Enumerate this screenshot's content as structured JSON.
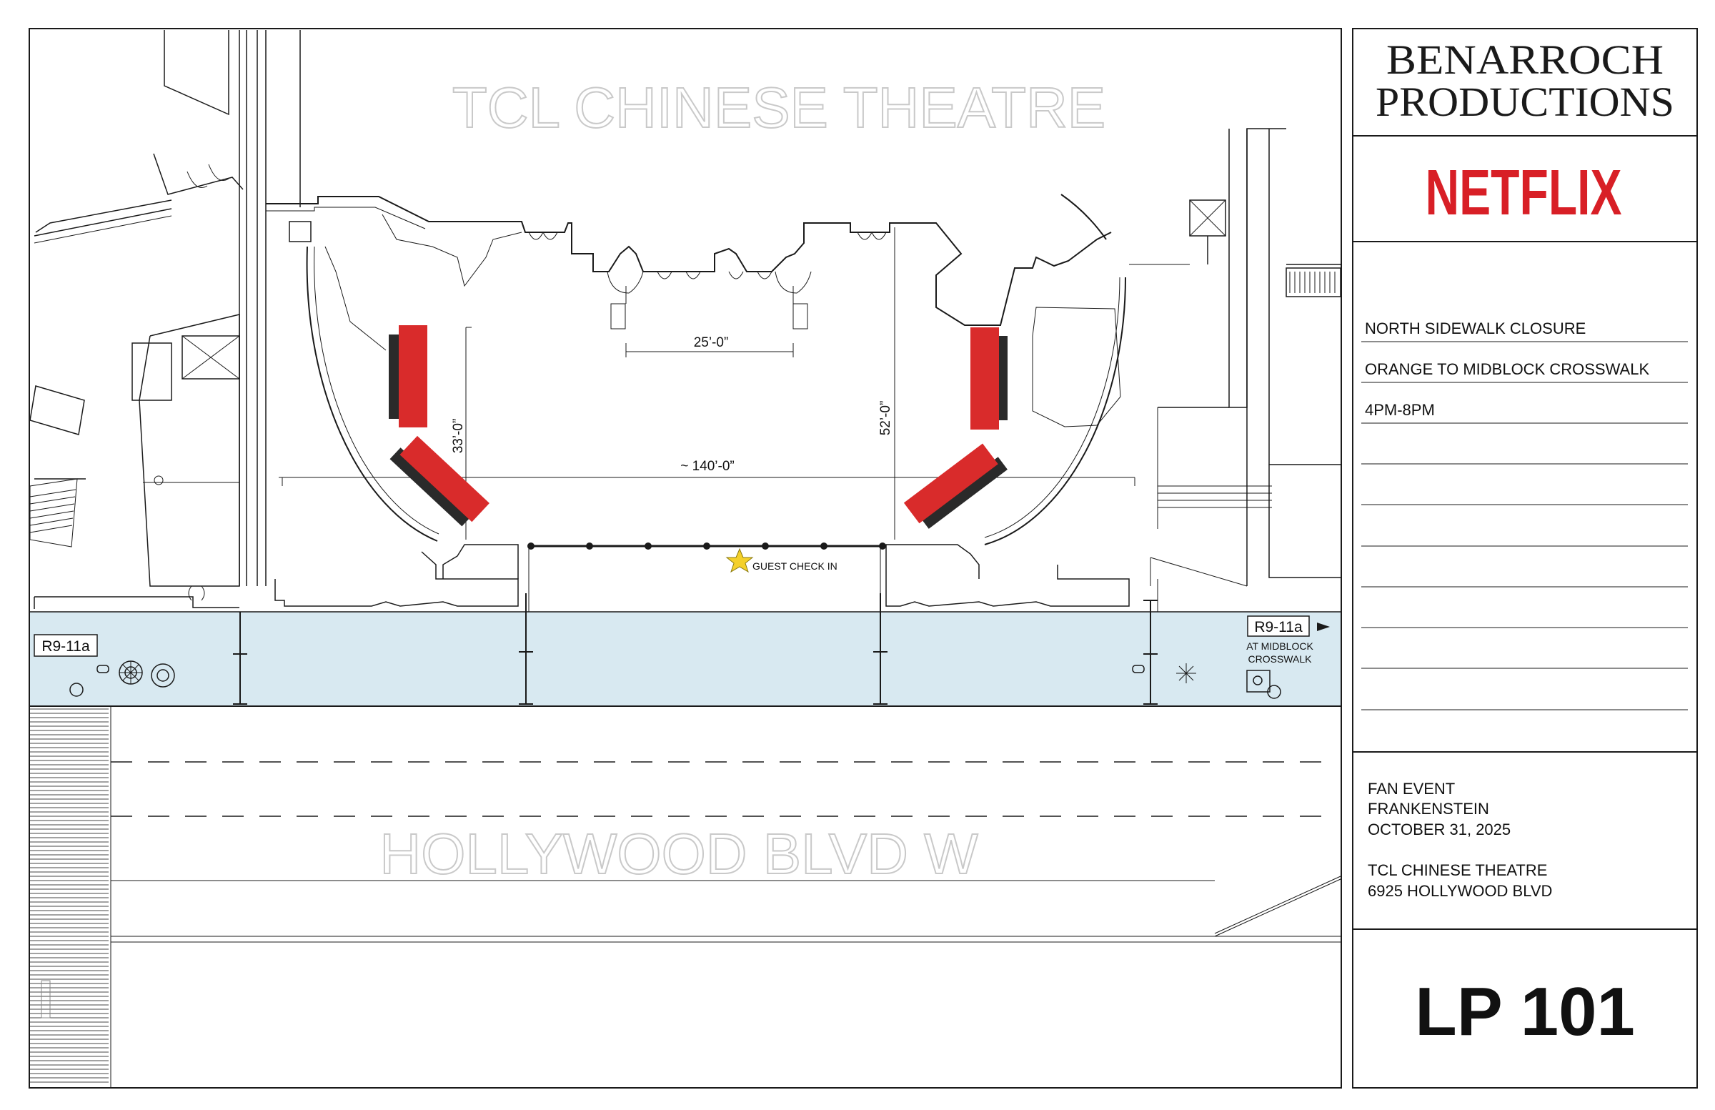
{
  "colors": {
    "sidewalk": "#d8e9f1",
    "barrier_red": "#d92b2b",
    "barrier_shadow": "#2a2a2a",
    "netflix_red": "#d81f26",
    "star": "#f4d02a",
    "line": "#1a1a1a",
    "outline_text": "#c9c9c9"
  },
  "plan": {
    "theatre_label": "TCL CHINESE THEATRE",
    "street_label": "HOLLYWOOD BLVD W",
    "dim_entry": "25’-0”",
    "dim_width": "~ 140’-0”",
    "dim_left_depth": "33’-0”",
    "dim_right_depth": "52’-0”",
    "guest_check_in": "GUEST CHECK IN",
    "sign_left": "R9-11a",
    "sign_right": "R9-11a",
    "sign_right_note_1": "AT MIDBLOCK",
    "sign_right_note_2": "CROSSWALK",
    "icons": {
      "star": "star-icon",
      "arrow": "arrow-right-icon",
      "manhole": "manhole-icon",
      "tree": "tree-icon",
      "palm": "palm-icon"
    }
  },
  "title_block": {
    "brand_line_1": "BENARROCH",
    "brand_line_2": "PRODUCTIONS",
    "client": "NETFLIX",
    "notes": [
      "NORTH SIDEWALK CLOSURE",
      "ORANGE TO MIDBLOCK CROSSWALK",
      "4PM-8PM"
    ],
    "event_type": "FAN EVENT",
    "event_name": "FRANKENSTEIN",
    "event_date": "OCTOBER 31, 2025",
    "venue_name": "TCL CHINESE THEATRE",
    "venue_address": "6925 HOLLYWOOD BLVD",
    "sheet_number": "LP 101"
  }
}
